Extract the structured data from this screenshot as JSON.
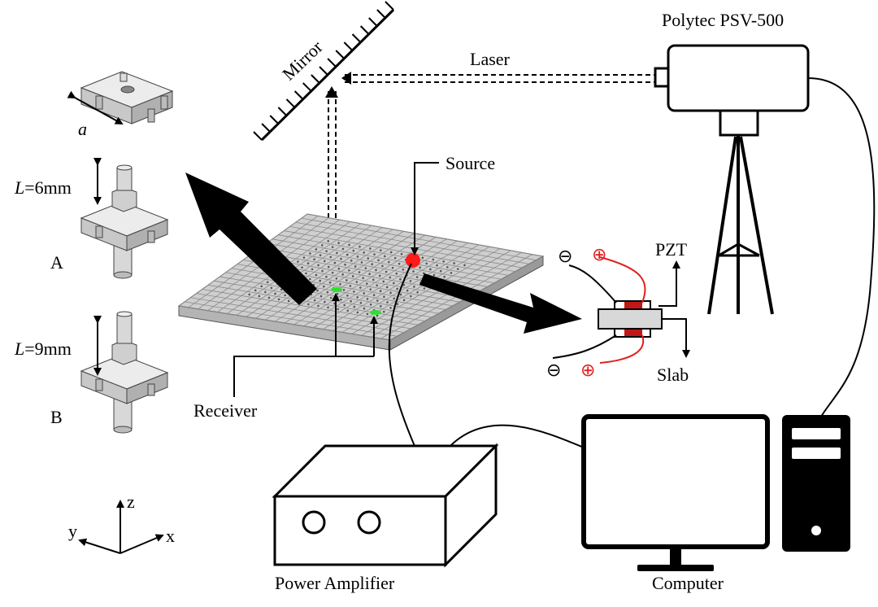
{
  "labels": {
    "device": "Polytec PSV-500",
    "laser": "Laser",
    "mirror": "Mirror",
    "source": "Source",
    "receiver": "Receiver",
    "pzt": "PZT",
    "slab": "Slab",
    "power_amplifier": "Power Amplifier",
    "computer": "Computer",
    "lattice_const": "a",
    "len_sym": "L",
    "len_a_value": "=6mm",
    "len_b_value": "=9mm",
    "res_a": "A",
    "res_b": "B",
    "axis_x": "x",
    "axis_y": "y",
    "axis_z": "z",
    "minus": "⊖",
    "plus": "⊕"
  },
  "colors": {
    "source_dot": "#ff1a1a",
    "receiver_dot": "#33dd33",
    "positive_wire": "#e02020",
    "electrode": "#c01818",
    "plate": "#d8d8d8",
    "block_face": "#dcdcdc"
  }
}
